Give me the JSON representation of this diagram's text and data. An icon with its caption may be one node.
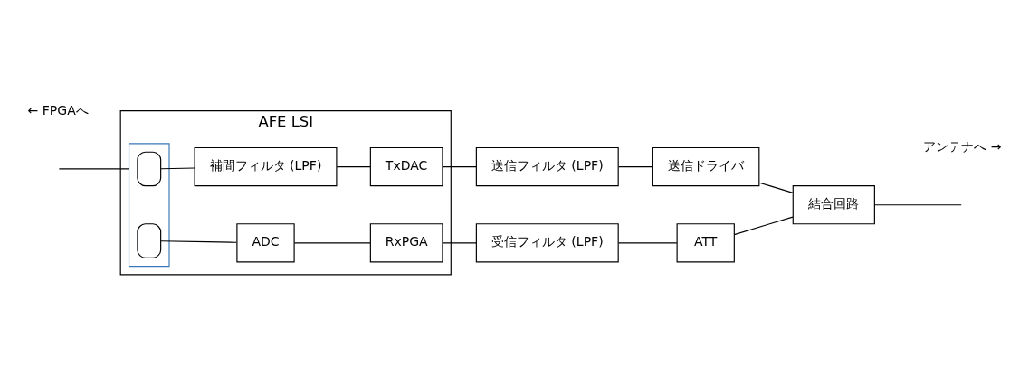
{
  "diagram": {
    "nodes": [
      {
        "text": [
          "AFE LSI"
        ]
      },
      {
        "text": [],
        "shape": "box",
        "in": 0
      },
      {
        "text": [],
        "shape": "box",
        "in": 1
      },
      {
        "text": [],
        "shape": "box",
        "in": 1
      },
      {
        "text": [
          "補間フィルタ (LPF)"
        ],
        "in": 0
      },
      {
        "text": [
          "TxDAC"
        ],
        "in": 0
      },
      {
        "text": [
          "ADC"
        ],
        "in": 0
      },
      {
        "text": [
          "RxPGA"
        ],
        "in": 0
      },
      {
        "text": [
          "送信フィルタ (LPF)"
        ]
      },
      {
        "text": [
          "送信ドライバ"
        ]
      },
      {
        "text": [
          "受信フィルタ (LPF)"
        ]
      },
      {
        "text": [
          "ATT"
        ]
      },
      {
        "text": [
          "結合回路"
        ]
      }
    ],
    "edges": [
      {
        "from": null,
        "to": 1,
        "arrow": "none"
      },
      {
        "from": 2,
        "to": 4,
        "arrow": "none"
      },
      {
        "from": 3,
        "to": 6,
        "arrow": "none"
      },
      {
        "from": 4,
        "to": 5,
        "arrow": "none"
      },
      {
        "from": 5,
        "to": 8,
        "arrow": "none"
      },
      {
        "from": 8,
        "to": 9,
        "arrow": "none"
      },
      {
        "from": 9,
        "to": 12,
        "arrow": "none"
      },
      {
        "from": 6,
        "to": 7,
        "arrow": "none"
      },
      {
        "from": 7,
        "to": 10,
        "arrow": "none"
      },
      {
        "from": 10,
        "to": 11,
        "arrow": "none"
      },
      {
        "from": 11,
        "to": 12,
        "arrow": "none"
      },
      {
        "from": 12,
        "to": null,
        "arrow": "none"
      }
    ],
    "labels": [
      "← FPGAへ",
      "アンテナへ →"
    ]
  }
}
